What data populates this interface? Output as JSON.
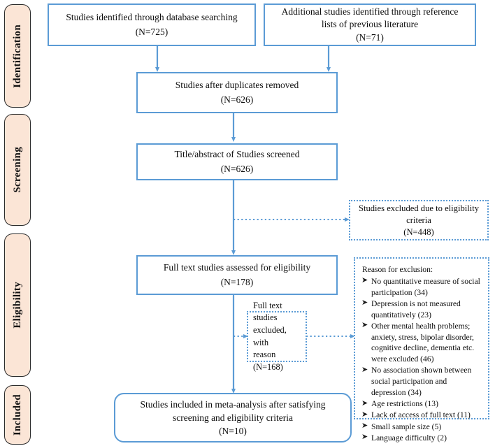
{
  "figure": {
    "type": "prisma-flow-diagram",
    "accent_color": "#5B9BD5",
    "stage_fill_color": "#FBE5D6"
  },
  "stages": [
    {
      "id": "identification",
      "label": "Identification"
    },
    {
      "id": "screening",
      "label": "Screening"
    },
    {
      "id": "eligibility",
      "label": "Eligibility"
    },
    {
      "id": "included",
      "label": "Included"
    }
  ],
  "nodes": {
    "database_search": {
      "line1": "Studies identified through database searching",
      "line2": "(N=725)",
      "count": 725
    },
    "reference_lists": {
      "line1": "Additional studies identified through reference",
      "line2": "lists of previous literature",
      "line3": "(N=71)",
      "count": 71
    },
    "duplicates_removed": {
      "line1": "Studies after duplicates removed",
      "line2": "(N=626)",
      "count": 626
    },
    "screened": {
      "line1": "Title/abstract of Studies screened",
      "line2": "(N=626)",
      "count": 626
    },
    "excluded_eligibility": {
      "line1": "Studies excluded due to eligibility",
      "line2": "criteria",
      "line3": "(N=448)",
      "count": 448
    },
    "fulltext_assessed": {
      "line1": "Full text studies assessed for eligibility",
      "line2": "(N=178)",
      "count": 178
    },
    "fulltext_excluded": {
      "line1": "Full text studies",
      "line2": "excluded, with",
      "line3": "reason",
      "line4": "(N=168)",
      "count": 168
    },
    "included_meta": {
      "line1": "Studies included in meta-analysis after satisfying",
      "line2": "screening and eligibility criteria",
      "line3": "(N=10)",
      "count": 10
    }
  },
  "exclusion_reasons": {
    "title": "Reason for exclusion:",
    "bullet_glyph": "➤",
    "items": [
      {
        "lines": [
          "No quantitative measure of social",
          "participation (34)"
        ],
        "count": 34
      },
      {
        "lines": [
          "Depression is not measured",
          "quantitatively (23)"
        ],
        "count": 23
      },
      {
        "lines": [
          "Other mental health problems;",
          "anxiety, stress, bipolar disorder,",
          "cognitive decline, dementia etc.",
          "were excluded (46)"
        ],
        "count": 46
      },
      {
        "lines": [
          "No association shown between",
          "social participation and",
          "depression (34)"
        ],
        "count": 34
      },
      {
        "lines": [
          "Age restrictions (13)"
        ],
        "count": 13
      },
      {
        "lines": [
          "Lack of access of full text (11)"
        ],
        "count": 11
      },
      {
        "lines": [
          "Small sample size (5)"
        ],
        "count": 5
      },
      {
        "lines": [
          "Language difficulty (2)"
        ],
        "count": 2
      }
    ]
  }
}
